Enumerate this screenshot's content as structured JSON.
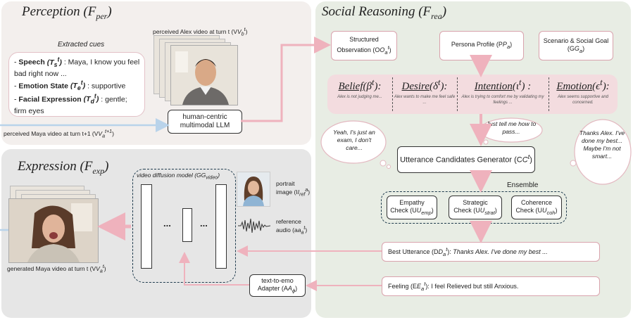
{
  "perception": {
    "title": "Perception (F",
    "title_sub": "per",
    "extracted_cues_label": "Extracted cues",
    "cues": [
      {
        "key": "Speech",
        "sym": "(T",
        "sub": "s",
        "val": ": Maya, I know you feel bad right now ..."
      },
      {
        "key": "Emotion State",
        "sym": "(T",
        "sub": "e",
        "val": ": supportive"
      },
      {
        "key": "Facial Expression",
        "sym": "(T",
        "sub": "d",
        "val": ": gentle; firm eyes"
      }
    ],
    "video_label": "perceived Alex video at turn t (V",
    "video_label_sub": "b",
    "llm_label": "human-centric multimodal LLM",
    "maya_input_label": "perceived Maya video at turn t+1 (V",
    "maya_input_sub": "a"
  },
  "social": {
    "title": "Social Reasoning (F",
    "title_sub": "rea",
    "structured_obs": "Structured Observation (O",
    "structured_obs_sub": "a",
    "persona": "Persona Profile (P",
    "persona_sub": "a",
    "scenario": "Scenario & Social Goal (G",
    "scenario_sub": "a",
    "bdie": [
      {
        "name": "Belief",
        "sym": "(β",
        "desc": "Alex is not judging me..."
      },
      {
        "name": "Desire",
        "sym": "(δ",
        "desc": "Alex wants to make me feel safe ..."
      },
      {
        "name": "Intention",
        "sym": "(ι",
        "desc": "Alex is trying to comfort me by validating my feelings ..."
      },
      {
        "name": "Emotion",
        "sym": "(ϵ",
        "desc": "Alex seems supportive and concerned."
      }
    ],
    "clouds": [
      "Yeah, I's just an exam, I don't care...",
      "Just tell me how to pass...",
      "Thanks Alex. I've done my best... Maybe I'm not smart..."
    ],
    "generator": "Utterance Candidates Generator (C",
    "ensemble_label": "Ensemble",
    "checks": [
      {
        "name": "Empathy",
        "label": "Check (U",
        "sub": "emp"
      },
      {
        "name": "Strategic",
        "label": "Check (U",
        "sub": "strat"
      },
      {
        "name": "Coherence",
        "label": "Check (U",
        "sub": "coh"
      }
    ],
    "best_utterance_label": "Best Utterance (D",
    "best_utterance_text": "Thanks Alex. I've done my best ...",
    "feeling_label": "Feeling (E",
    "feeling_text": "I feel Relieved but still Anxious."
  },
  "expression": {
    "title": "Expression (F",
    "title_sub": "exp",
    "vdm_label": "video diffusion model (G",
    "vdm_sub": "video",
    "dots": "...",
    "portrait_label": "portrait image (I",
    "portrait_sub": "ref",
    "audio_label": "reference audio (a",
    "audio_sub": "a",
    "adapter": "text-to-emo Adapter (A",
    "adapter_sub": "ϕ",
    "generated_label": "generated Maya video at turn t (V",
    "generated_sub": "a"
  },
  "colors": {
    "perception_bg": "#f3efed",
    "social_bg": "#e8ede4",
    "expression_bg": "#e6e6e6",
    "accent_pink": "#efb2bd",
    "bdie_bg": "#f3dcdf"
  }
}
